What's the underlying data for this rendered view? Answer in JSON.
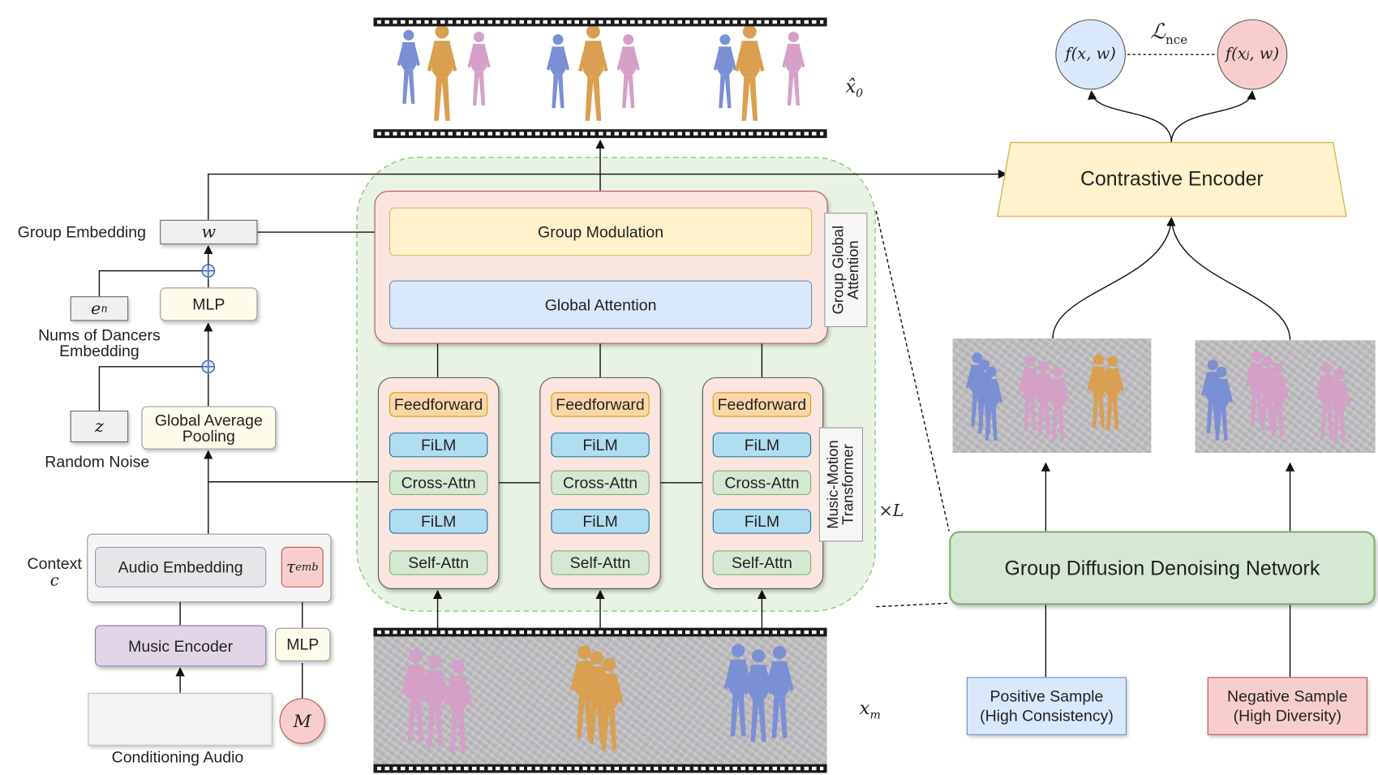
{
  "top_output_label": "x̂",
  "top_output_sub": "0",
  "bottom_input_label": "x",
  "bottom_input_sub": "m",
  "loss": {
    "symbol": "ℒ",
    "sub": "nce"
  },
  "circle_left": "f(x, w)",
  "circle_right": "f(x^j, w)",
  "circle_right_parts": {
    "pre": "f(x",
    "sup": "j",
    "post": ", w)"
  },
  "contrastive_encoder": "Contrastive Encoder",
  "group_embedding": {
    "label": "Group Embedding",
    "symbol": "w"
  },
  "mlp_upper": "MLP",
  "mlp_lower": "MLP",
  "dancers_embedding": {
    "symbol": "e",
    "sub": "n",
    "label_line1": "Nums of Dancers",
    "label_line2": "Embedding"
  },
  "random_noise": {
    "symbol": "z",
    "label": "Random Noise"
  },
  "global_average_pooling": {
    "line1": "Global Average",
    "line2": "Pooling"
  },
  "context": {
    "label": "Context",
    "symbol": "c"
  },
  "audio_embedding": "Audio Embedding",
  "tau_emb": {
    "symbol": "τ",
    "sub": "emb"
  },
  "music_encoder": "Music Encoder",
  "m_symbol": "M",
  "conditioning_audio": "Conditioning Audio",
  "group_modulation": "Group Modulation",
  "global_attention": "Global Attention",
  "group_global_attention": {
    "line1": "Group Global",
    "line2": "Attention"
  },
  "music_motion_transformer": {
    "line1": "Music-Motion",
    "line2": "Transformer"
  },
  "times_l": "×L",
  "transformer_columns": [
    {
      "feedforward": "Feedforward",
      "film_top": "FiLM",
      "cross_attn": "Cross-Attn",
      "film_bottom": "FiLM",
      "self_attn": "Self-Attn"
    },
    {
      "feedforward": "Feedforward",
      "film_top": "FiLM",
      "cross_attn": "Cross-Attn",
      "film_bottom": "FiLM",
      "self_attn": "Self-Attn"
    },
    {
      "feedforward": "Feedforward",
      "film_top": "FiLM",
      "cross_attn": "Cross-Attn",
      "film_bottom": "FiLM",
      "self_attn": "Self-Attn"
    }
  ],
  "group_diffusion_network": "Group Diffusion Denoising Network",
  "positive_sample": {
    "line1": "Positive Sample",
    "line2": "(High Consistency)"
  },
  "negative_sample": {
    "line1": "Negative Sample",
    "line2": "(High Diversity)"
  },
  "colors": {
    "feedforward": "#fad7a8",
    "film": "#b1ddf0",
    "attn": "#d5e8d4",
    "group_modulation": "#fff2cc",
    "global_attention": "#dae8fc",
    "transformer_bg": "#fbe5df",
    "dashed_region": "#e8f3e4",
    "music_encoder": "#e1d5e7",
    "tau": "#f8cecc",
    "positive": "#dae8fc",
    "negative": "#f8cecc",
    "gddn": "#d5e8d4",
    "dancer_blue": "#7b8fd4",
    "dancer_orange": "#d8a050",
    "dancer_pink": "#d4a0c8"
  }
}
